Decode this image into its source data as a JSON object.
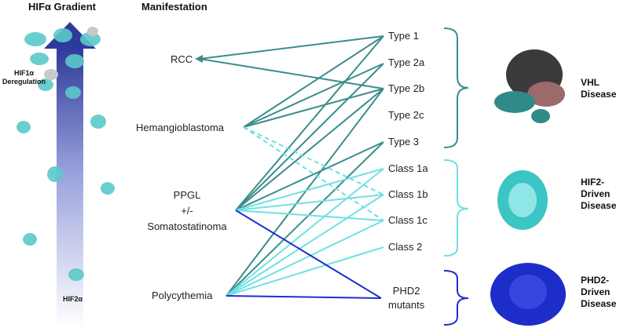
{
  "headers": {
    "gradient": "HIFα Gradient",
    "manifestation": "Manifestation"
  },
  "gradient_labels": {
    "top": "HIF1α\nDeregulation",
    "bottom": "HIF2α"
  },
  "manifestations": [
    "RCC",
    "Hemangioblastoma",
    "PPGL\n+/-\nSomatostatinoma",
    "Polycythemia"
  ],
  "types": [
    "Type 1",
    "Type 2a",
    "Type 2b",
    "Type 2c",
    "Type 3",
    "Class 1a",
    "Class 1b",
    "Class 1c",
    "Class 2",
    "PHD2\nmutants"
  ],
  "diseases": [
    "VHL\nDisease",
    "HIF2-\nDriven\nDisease",
    "PHD2-\nDriven\nDisease"
  ],
  "colors": {
    "vhl": "#3a8d8c",
    "hif2": "#6fe0e4",
    "phd2": "#1c2fd1",
    "arrow_top": "#2e3a9a"
  }
}
